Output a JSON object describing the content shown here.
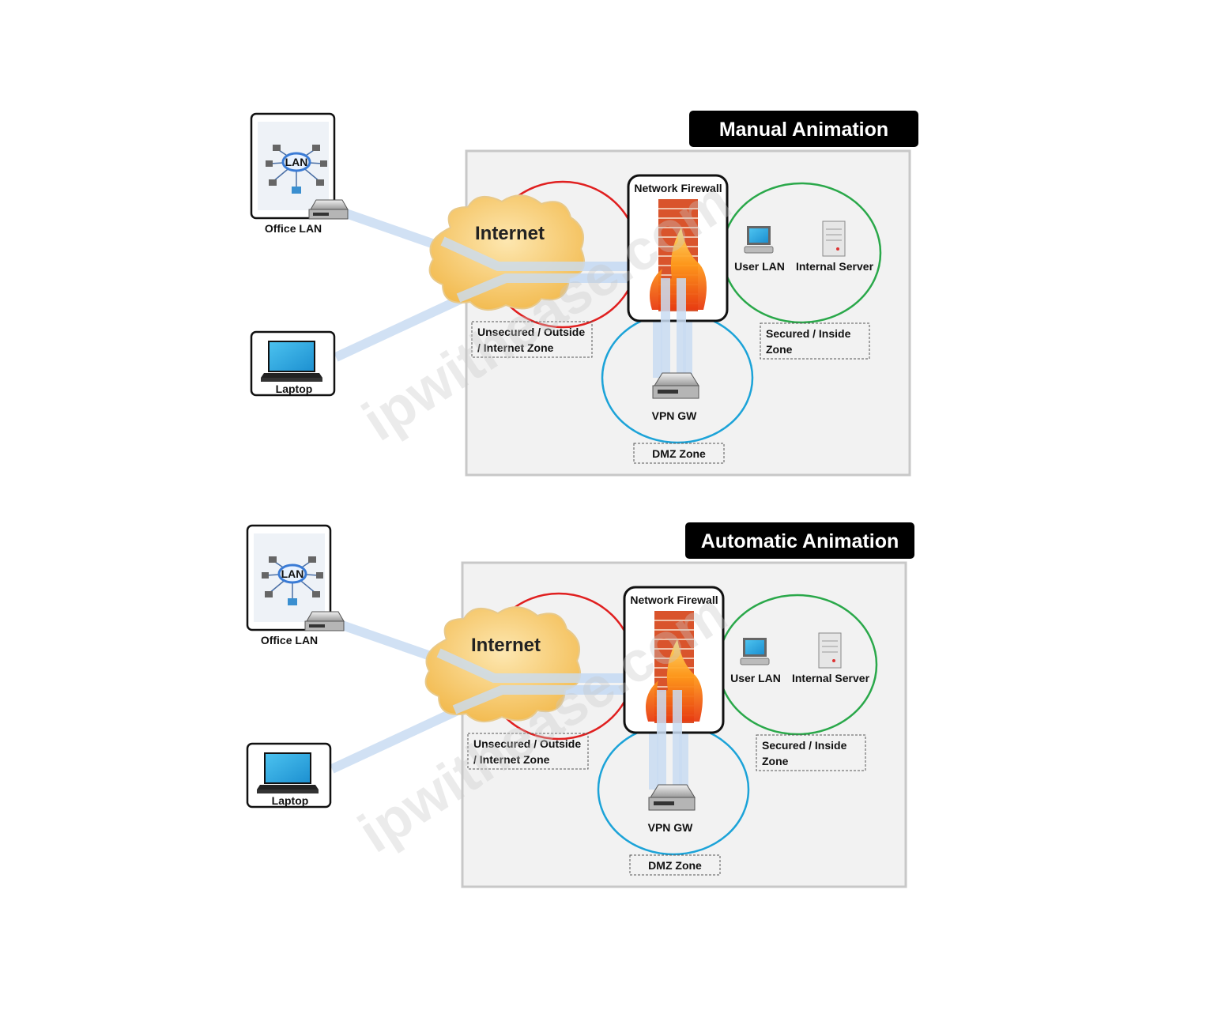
{
  "panels": [
    {
      "title": "Manual Animation",
      "office_lan": "Office LAN",
      "lan_badge": "LAN",
      "laptop": "Laptop",
      "internet": "Internet",
      "firewall": "Network Firewall",
      "user_lan": "User LAN",
      "internal_server": "Internal Server",
      "unsecured_zone": [
        "Unsecured / Outside",
        "/ Internet Zone"
      ],
      "secured_zone": [
        "Secured / Inside",
        "Zone"
      ],
      "vpn_gw": "VPN GW",
      "dmz_zone": "DMZ  Zone"
    },
    {
      "title": "Automatic Animation",
      "office_lan": "Office LAN",
      "lan_badge": "LAN",
      "laptop": "Laptop",
      "internet": "Internet",
      "firewall": "Network Firewall",
      "user_lan": "User LAN",
      "internal_server": "Internal Server",
      "unsecured_zone": [
        "Unsecured / Outside",
        "/ Internet Zone"
      ],
      "secured_zone": [
        "Secured / Inside",
        "Zone"
      ],
      "vpn_gw": "VPN GW",
      "dmz_zone": "DMZ  Zone"
    }
  ],
  "watermark": "ipwithease.com",
  "colors": {
    "unsecured_zone": "#e02020",
    "secured_zone": "#2aa84a",
    "dmz_zone": "#1ca3d8",
    "title_bar": "#000000",
    "panel_bg": "#f2f2f2",
    "cloud": "#f6c86a",
    "flow": "#c9dcf2"
  }
}
